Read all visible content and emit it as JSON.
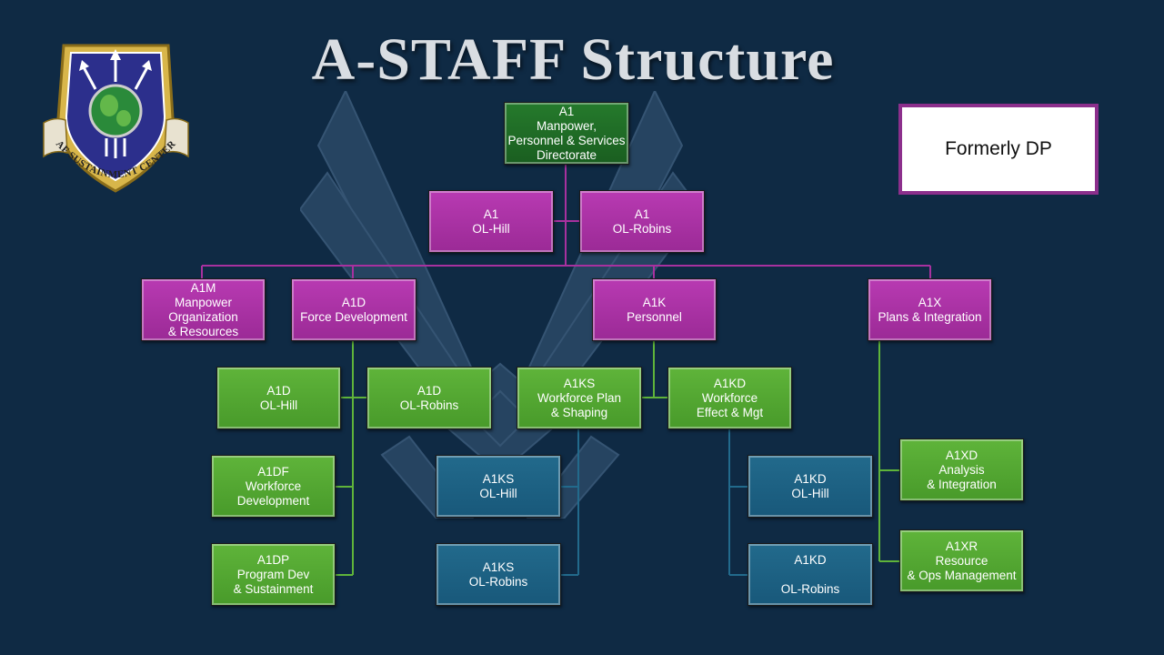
{
  "title": "A-STAFF Structure",
  "note": "Formerly DP",
  "logo": {
    "text": "AF SUSTAINMENT CENTER",
    "icon": "af-sustainment-center-shield-icon"
  },
  "background_icon": "air-force-wings-emblem-icon",
  "colors": {
    "background": "#0f2a44",
    "directorate": "#1f6b25",
    "division": "#a8319f",
    "branch": "#52a832",
    "section": "#1d6284",
    "line_magenta": "#a8319f",
    "line_green": "#5fb43a",
    "line_blue": "#226a8c"
  },
  "boxes": {
    "a1": "A1\nManpower,\nPersonnel & Services\nDirectorate",
    "a1_ol_hill": "A1\nOL-Hill",
    "a1_ol_robins": "A1\nOL-Robins",
    "a1m": "A1M\nManpower\nOrganization\n& Resources",
    "a1d": "A1D\nForce Development",
    "a1k": "A1K\nPersonnel",
    "a1x": "A1X\nPlans & Integration",
    "a1d_ol_hill": "A1D\nOL-Hill",
    "a1d_ol_robins": "A1D\nOL-Robins",
    "a1ks": "A1KS\nWorkforce Plan\n& Shaping",
    "a1kd": "A1KD\nWorkforce\nEffect & Mgt",
    "a1df": "A1DF\nWorkforce\nDevelopment",
    "a1dp": "A1DP\nProgram Dev\n& Sustainment",
    "a1ks_ol_hill": "A1KS\nOL-Hill",
    "a1ks_ol_robins": "A1KS\nOL-Robins",
    "a1kd_ol_hill": "A1KD\nOL-Hill",
    "a1kd_ol_robins": "A1KD\n\nOL-Robins",
    "a1xd": "A1XD\nAnalysis\n& Integration",
    "a1xr": "A1XR\nResource\n& Ops Management"
  }
}
